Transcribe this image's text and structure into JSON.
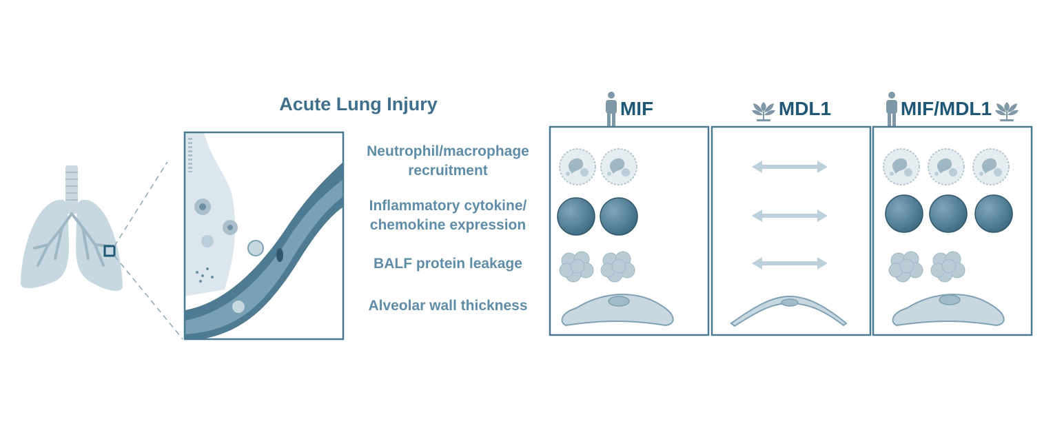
{
  "title": "Acute Lung Injury",
  "rows": [
    {
      "label": "Neutrophil/macrophage recruitment"
    },
    {
      "label": "Inflammatory cytokine/ chemokine expression"
    },
    {
      "label": "BALF protein leakage"
    },
    {
      "label": "Alveolar wall thickness"
    }
  ],
  "columns": [
    {
      "label": "MIF",
      "icon": "human-icon"
    },
    {
      "label": "MDL1",
      "icon": "plant-icon"
    },
    {
      "label": "MIF/MDL1",
      "icon": "human-and-plant-icons"
    }
  ],
  "levels": {
    "MIF": {
      "recruitment": 2,
      "cytokine": 2,
      "leakage": 2,
      "wall": "thick"
    },
    "MDL1": {
      "recruitment": "no change",
      "cytokine": "no change",
      "leakage": "no change",
      "wall": "thin"
    },
    "MIF/MDL1": {
      "recruitment": 3,
      "cytokine": 3,
      "leakage": 2,
      "wall": "thick"
    }
  },
  "colors": {
    "title": "#3f6f8a",
    "labels": "#5f8ca7",
    "headers": "#1f5774",
    "box_border": "#4a7a93",
    "cells": "#c9d9e2"
  }
}
